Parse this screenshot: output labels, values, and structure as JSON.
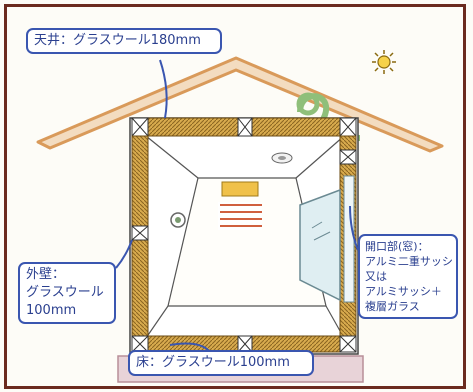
{
  "labels": {
    "ceiling": "天井：グラスウール180mm",
    "wall": [
      "外壁：",
      "グラスウール",
      "100mm"
    ],
    "floor": "床：グラスウール100mm",
    "opening": [
      "開口部(窓)：",
      "アルミ二重サッシ",
      "又は",
      "アルミサッシ＋",
      "複層ガラス"
    ]
  },
  "icons": [
    "sun-icon",
    "heater-icon",
    "window-icon",
    "ceiling-light-icon",
    "outlet-icon"
  ],
  "colors": {
    "callout_border": "#3a56b0",
    "callout_text": "#2a3f8f",
    "roof": "#d99a5a",
    "insulation": "#c8a24a",
    "frame": "#6b2a1f",
    "foundation": "#d9bfc6"
  }
}
